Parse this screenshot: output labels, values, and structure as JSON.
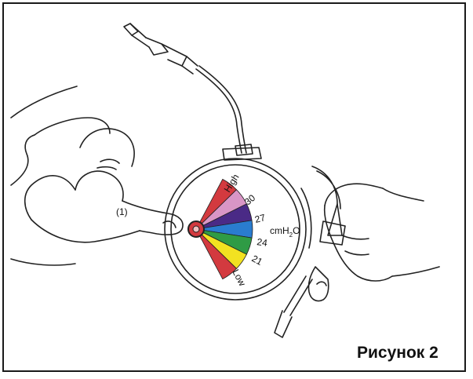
{
  "figure": {
    "caption": "Рисунок 2",
    "finger_mark": "(1)"
  },
  "gauge": {
    "unit_label": "cmH",
    "unit_subscript": "2",
    "unit_suffix": "O",
    "tick_labels": {
      "high": "High",
      "v30": "30",
      "v27": "27",
      "v24": "24",
      "v21": "21",
      "low": "Low"
    },
    "zones": [
      {
        "name": "high",
        "color": "#d33a3f"
      },
      {
        "name": "over",
        "color": "#d996c6"
      },
      {
        "name": "upper-normal",
        "color": "#4a2a86"
      },
      {
        "name": "normal",
        "color": "#2a7ccf"
      },
      {
        "name": "lower-normal",
        "color": "#2f9b45"
      },
      {
        "name": "under",
        "color": "#f2e221"
      },
      {
        "name": "low",
        "color": "#d33a3f"
      }
    ]
  }
}
